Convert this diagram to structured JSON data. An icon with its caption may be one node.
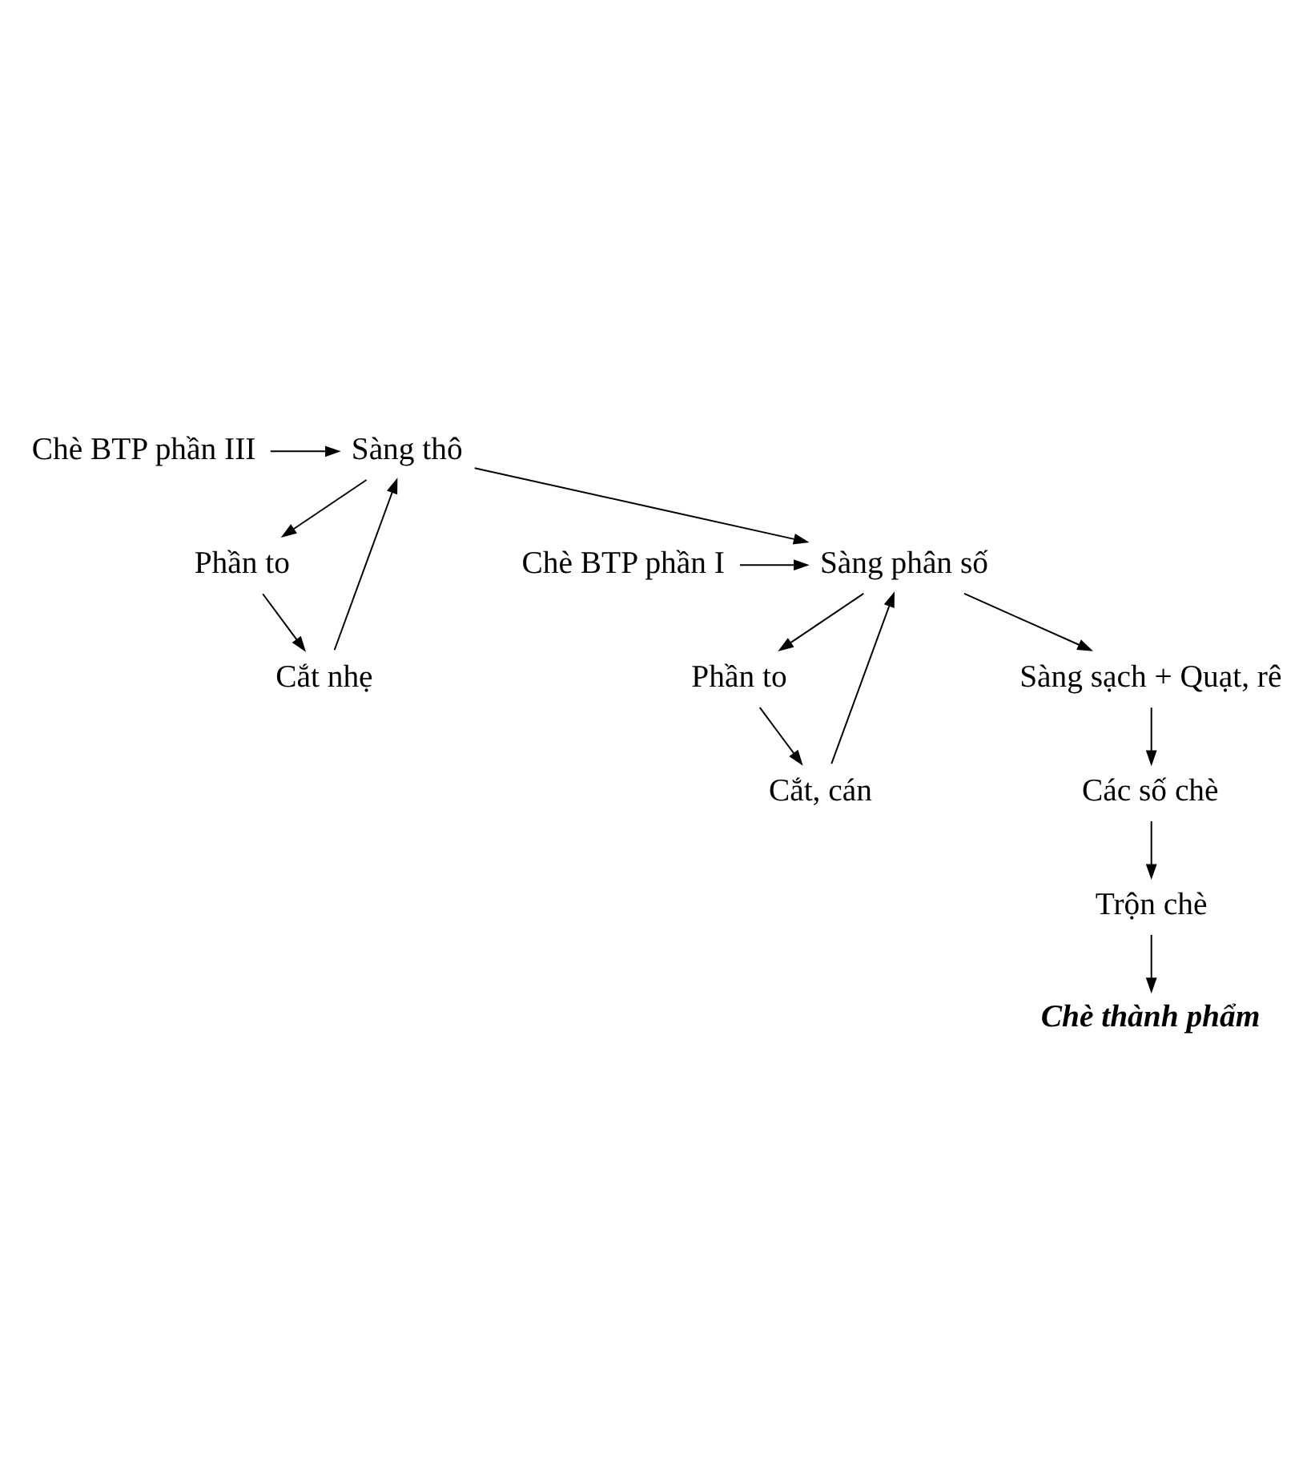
{
  "diagram": {
    "nodes": [
      {
        "text": [
          "Chè BTP phần III"
        ]
      },
      {
        "text": [
          "Sàng thô"
        ]
      },
      {
        "text": [
          "Cắt nhẹ"
        ]
      },
      {
        "text": [
          "Phần to"
        ]
      },
      {
        "text": [
          "Chè BTP phần I"
        ]
      },
      {
        "text": [
          "Sàng phân số"
        ]
      },
      {
        "text": [
          "Cắt, cán"
        ]
      },
      {
        "text": [
          "Phần to"
        ]
      },
      {
        "text": [
          "Sàng sạch + Quạt, rê"
        ]
      },
      {
        "text": [
          "Các số chè"
        ]
      },
      {
        "text": [
          "Trộn chè"
        ]
      },
      {
        "text": [
          "Chè thành phẩm"
        ]
      }
    ],
    "edges": [
      {
        "from": 0,
        "to": 1,
        "arrow": "to"
      },
      {
        "from": 1,
        "to": 3,
        "arrow": "to"
      },
      {
        "from": 3,
        "to": 2,
        "arrow": "to"
      },
      {
        "from": 2,
        "to": 1,
        "arrow": "to"
      },
      {
        "from": 1,
        "to": 5,
        "arrow": "to"
      },
      {
        "from": 4,
        "to": 5,
        "arrow": "to"
      },
      {
        "from": 5,
        "to": 7,
        "arrow": "to"
      },
      {
        "from": 7,
        "to": 6,
        "arrow": "to"
      },
      {
        "from": 6,
        "to": 5,
        "arrow": "to"
      },
      {
        "from": 5,
        "to": 8,
        "arrow": "to"
      },
      {
        "from": 8,
        "to": 9,
        "arrow": "to"
      },
      {
        "from": 9,
        "to": 10,
        "arrow": "to"
      },
      {
        "from": 10,
        "to": 11,
        "arrow": "to"
      }
    ]
  }
}
